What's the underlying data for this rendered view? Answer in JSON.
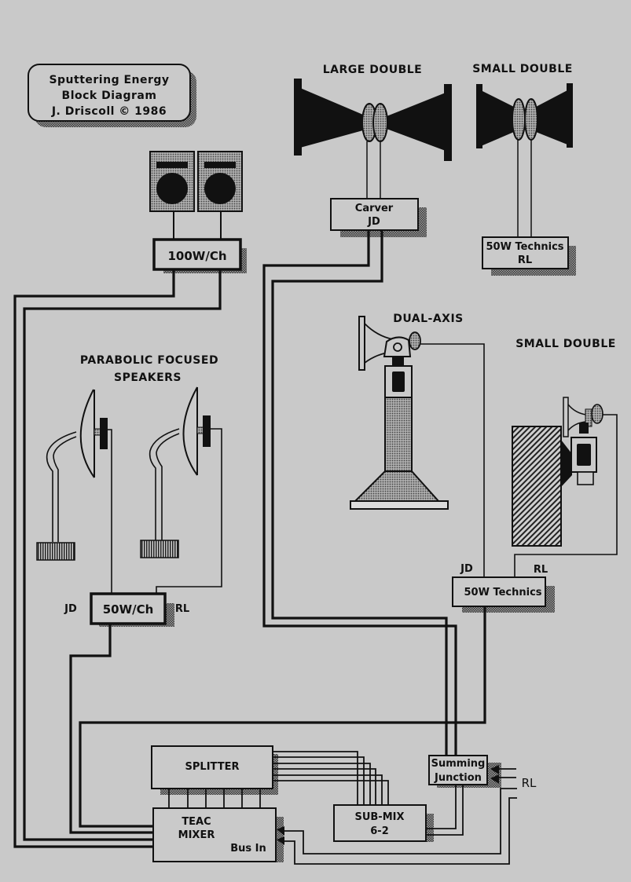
{
  "title_card": {
    "line1": "Sputtering Energy",
    "line2": "Block Diagram",
    "line3": "J. Driscoll © 1986"
  },
  "labels": {
    "large_double": "LARGE DOUBLE",
    "small_double_top": "SMALL DOUBLE",
    "dual_axis": "DUAL-AXIS",
    "small_double_right": "SMALL DOUBLE",
    "parabolic_line1": "PARABOLIC FOCUSED",
    "parabolic_line2": "SPEAKERS"
  },
  "boxes": {
    "amp_100w": "100W/Ch",
    "carver_line1": "Carver",
    "carver_line2": "JD",
    "technics_rl_line1": "50W Technics",
    "technics_rl_line2": "RL",
    "amp_50w": "50W/Ch",
    "technics_bottom": "50W Technics",
    "splitter": "SPLITTER",
    "mixer_line1": "TEAC",
    "mixer_line2": "MIXER",
    "mixer_bus": "Bus In",
    "submix_line1": "SUB-MIX",
    "submix_line2": "6-2",
    "summing_line1": "Summing",
    "summing_line2": "Junction"
  },
  "channel_labels": {
    "amp50_left": "JD",
    "amp50_right": "RL",
    "technics_left": "JD",
    "technics_right": "RL",
    "summing_out": "RL"
  },
  "colors": {
    "background": "#c9c9c9",
    "ink": "#111111"
  }
}
